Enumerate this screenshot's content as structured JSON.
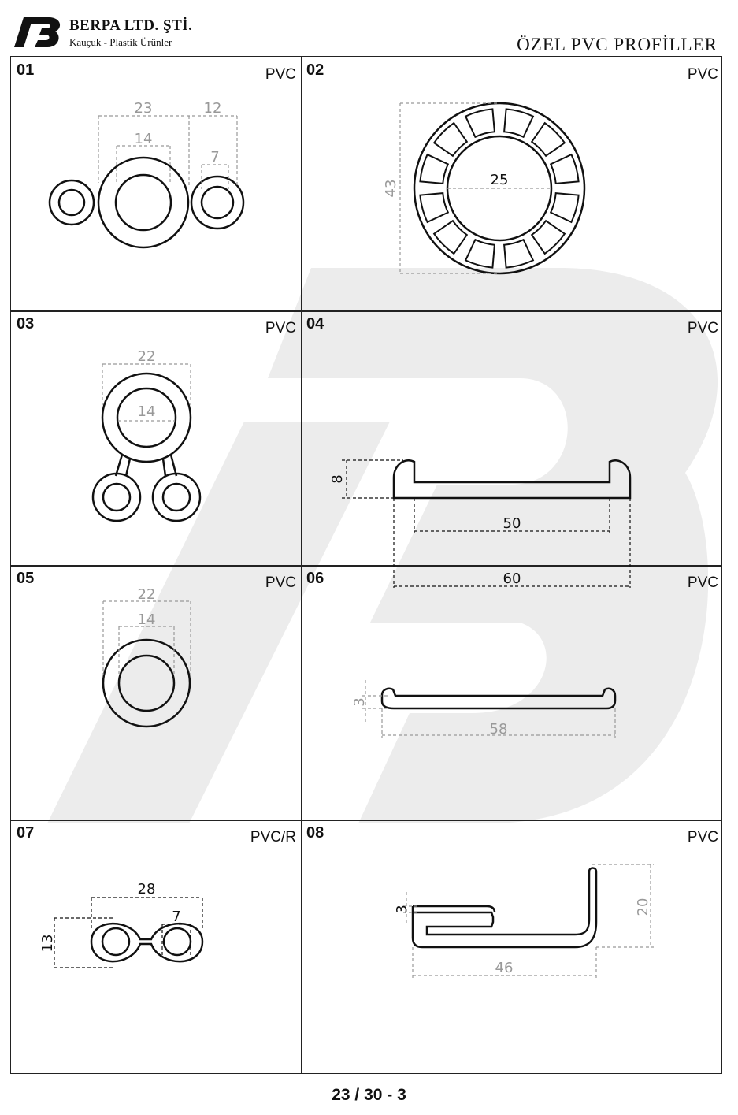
{
  "header": {
    "company": "BERPA LTD. ŞTİ.",
    "tagline": "Kauçuk - Plastik Ürünler",
    "title": "ÖZEL PVC PROFİLLER"
  },
  "cells": [
    {
      "number": "01",
      "material": "PVC",
      "dims": [
        "23",
        "12",
        "14",
        "7"
      ]
    },
    {
      "number": "02",
      "material": "PVC",
      "dims": [
        "43",
        "25"
      ]
    },
    {
      "number": "03",
      "material": "PVC",
      "dims": [
        "22",
        "14"
      ]
    },
    {
      "number": "04",
      "material": "PVC",
      "dims": [
        "8",
        "50",
        "60"
      ]
    },
    {
      "number": "05",
      "material": "PVC",
      "dims": [
        "22",
        "14"
      ]
    },
    {
      "number": "06",
      "material": "PVC",
      "dims": [
        "3",
        "58"
      ]
    },
    {
      "number": "07",
      "material": "PVC/R",
      "dims": [
        "28",
        "7",
        "13"
      ]
    },
    {
      "number": "08",
      "material": "PVC",
      "dims": [
        "3",
        "20",
        "46"
      ]
    }
  ],
  "footer": {
    "page": "23 / 30 - 3"
  },
  "colors": {
    "line": "#111111",
    "dimension": "#8a8a8a",
    "watermark": "#ececec"
  }
}
